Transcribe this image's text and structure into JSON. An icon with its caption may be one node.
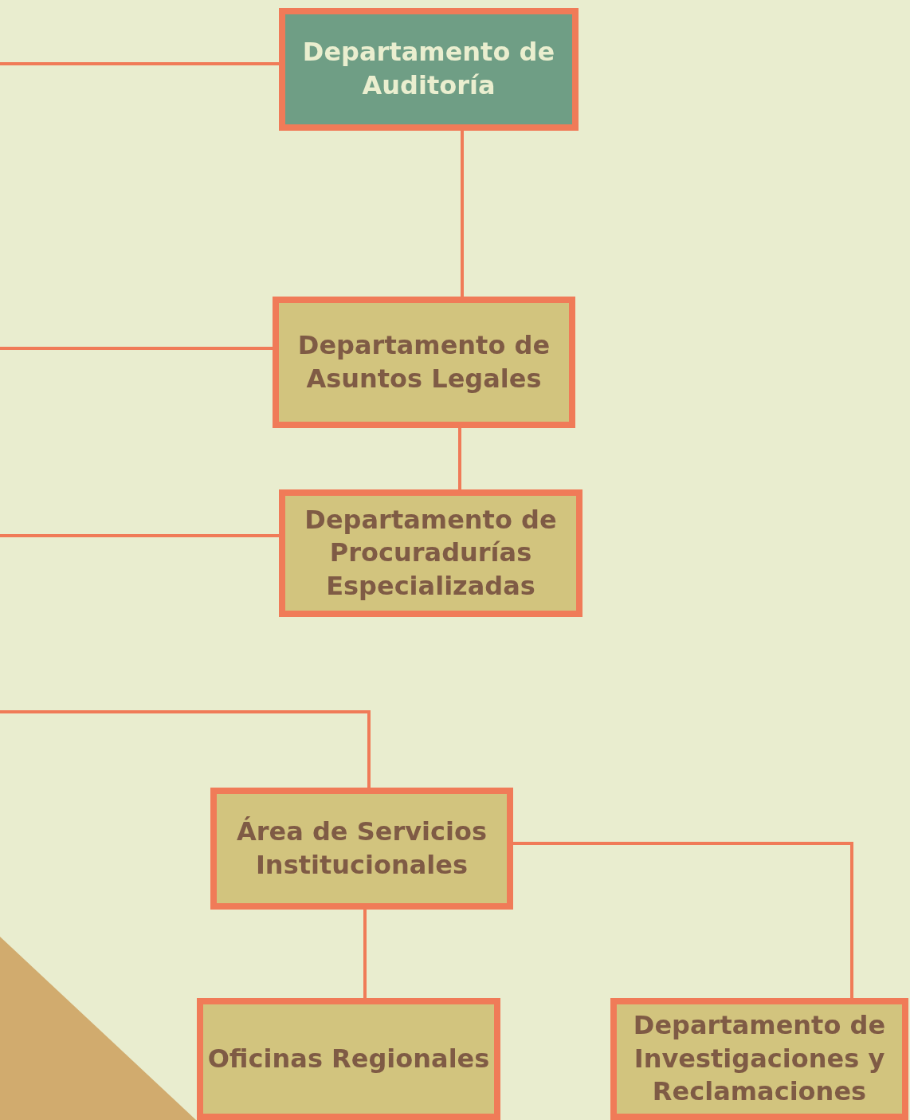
{
  "diagram": {
    "nodes": [
      {
        "text": [
          "Departamento de Auditoría"
        ]
      },
      {
        "text": [
          "Departamento de Asuntos Legales"
        ]
      },
      {
        "text": [
          "Departamento de Procuradurías Especializadas"
        ]
      },
      {
        "text": [
          "Área de Servicios Institucionales"
        ]
      },
      {
        "text": [
          "Oficinas Regionales"
        ]
      },
      {
        "text": [
          "Departamento de Investigaciones y Reclamaciones"
        ]
      }
    ],
    "edges": [
      {
        "from": null,
        "to": 0,
        "arrow": "none"
      },
      {
        "from": 0,
        "to": 1,
        "arrow": "none"
      },
      {
        "from": null,
        "to": 1,
        "arrow": "none"
      },
      {
        "from": 1,
        "to": 2,
        "arrow": "none"
      },
      {
        "from": null,
        "to": 2,
        "arrow": "none"
      },
      {
        "from": null,
        "to": 3,
        "arrow": "none"
      },
      {
        "from": 3,
        "to": 4,
        "arrow": "none"
      },
      {
        "from": 3,
        "to": 5,
        "arrow": "none"
      }
    ]
  }
}
